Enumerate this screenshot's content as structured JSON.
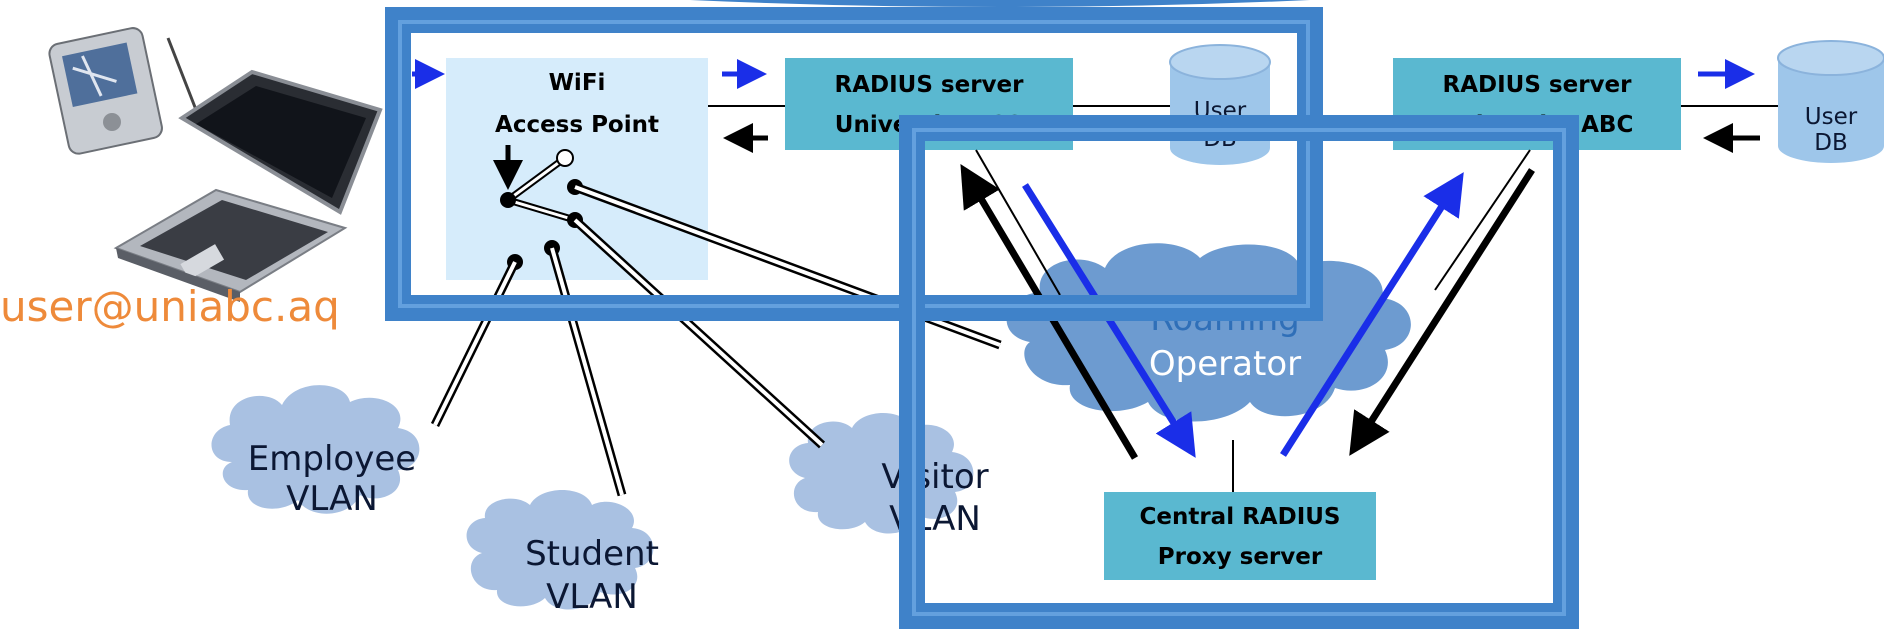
{
  "colors": {
    "frame": "#3f82c9",
    "ap_fill": "#d6ecfb",
    "server_fill": "#5ab8d0",
    "db_fill": "#9ec6ea",
    "cloud_fill": "#a9c1e2",
    "roaming_cloud_fill": "#6d9bd0",
    "arrow_blue": "#1a2ee8",
    "arrow_black": "#000000",
    "user_text": "#ee8a3a"
  },
  "user": {
    "id": "user@uniabc.aq"
  },
  "access_point": {
    "line1": "WiFi",
    "line2": "Access Point"
  },
  "radius_123": {
    "line1": "RADIUS server",
    "line2": "University 123"
  },
  "radius_abc": {
    "line1": "RADIUS server",
    "line2": "University ABC"
  },
  "db_left": {
    "line1": "User",
    "line2": "DB"
  },
  "db_right": {
    "line1": "User",
    "line2": "DB"
  },
  "roaming": {
    "line1": "Roaming",
    "line2": "Operator"
  },
  "central_proxy": {
    "line1": "Central RADIUS",
    "line2": "Proxy server"
  },
  "vlans": {
    "employee": {
      "line1": "Employee",
      "line2": "VLAN"
    },
    "student": {
      "line1": "Student",
      "line2": "VLAN"
    },
    "visitor": {
      "line1": "Visitor",
      "line2": "VLAN"
    }
  },
  "icons": [
    "pda-device-icon",
    "laptop-icon"
  ]
}
